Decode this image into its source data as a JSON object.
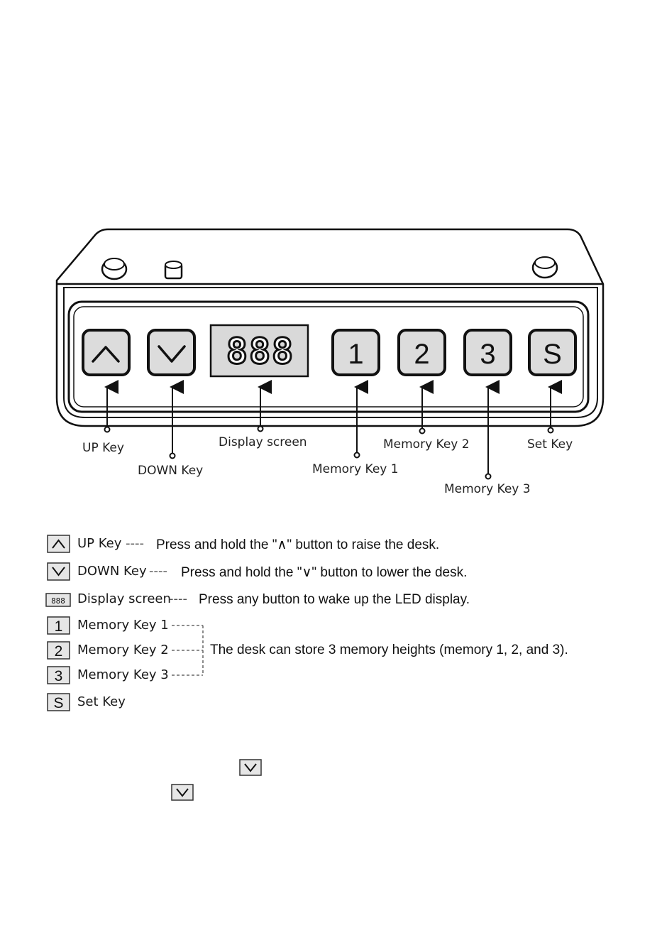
{
  "panel": {
    "display_digits": "888",
    "keys": {
      "mem1": "1",
      "mem2": "2",
      "mem3": "3",
      "set": "S"
    }
  },
  "callouts": {
    "up": "UP Key",
    "down": "DOWN Key",
    "display": "Display screen",
    "mem1": "Memory Key 1",
    "mem2": "Memory Key 2",
    "mem3": "Memory Key 3",
    "set": "Set Key"
  },
  "legend": {
    "up": {
      "label": "UP Key",
      "leader": "----",
      "description": "Press and hold the \"∧\" button to raise the desk."
    },
    "down": {
      "label": "DOWN Key",
      "leader": "----",
      "description": "Press and hold the \"∨\" button to lower the desk."
    },
    "display": {
      "label": "Display screen",
      "leader": "----",
      "description": "Press any button to wake up the LED display.",
      "icon_text": "888"
    },
    "mem1": {
      "label": "Memory Key 1",
      "icon_text": "1"
    },
    "mem2": {
      "label": "Memory Key 2",
      "icon_text": "2"
    },
    "mem3": {
      "label": "Memory Key 3",
      "icon_text": "3"
    },
    "set": {
      "label": "Set Key",
      "icon_text": "S"
    },
    "memory_description": "The desk can store 3 memory heights (memory 1, 2, and 3)."
  },
  "icons": {
    "up": "chevron-up-icon",
    "down": "chevron-down-icon",
    "screw": "screw-icon"
  }
}
